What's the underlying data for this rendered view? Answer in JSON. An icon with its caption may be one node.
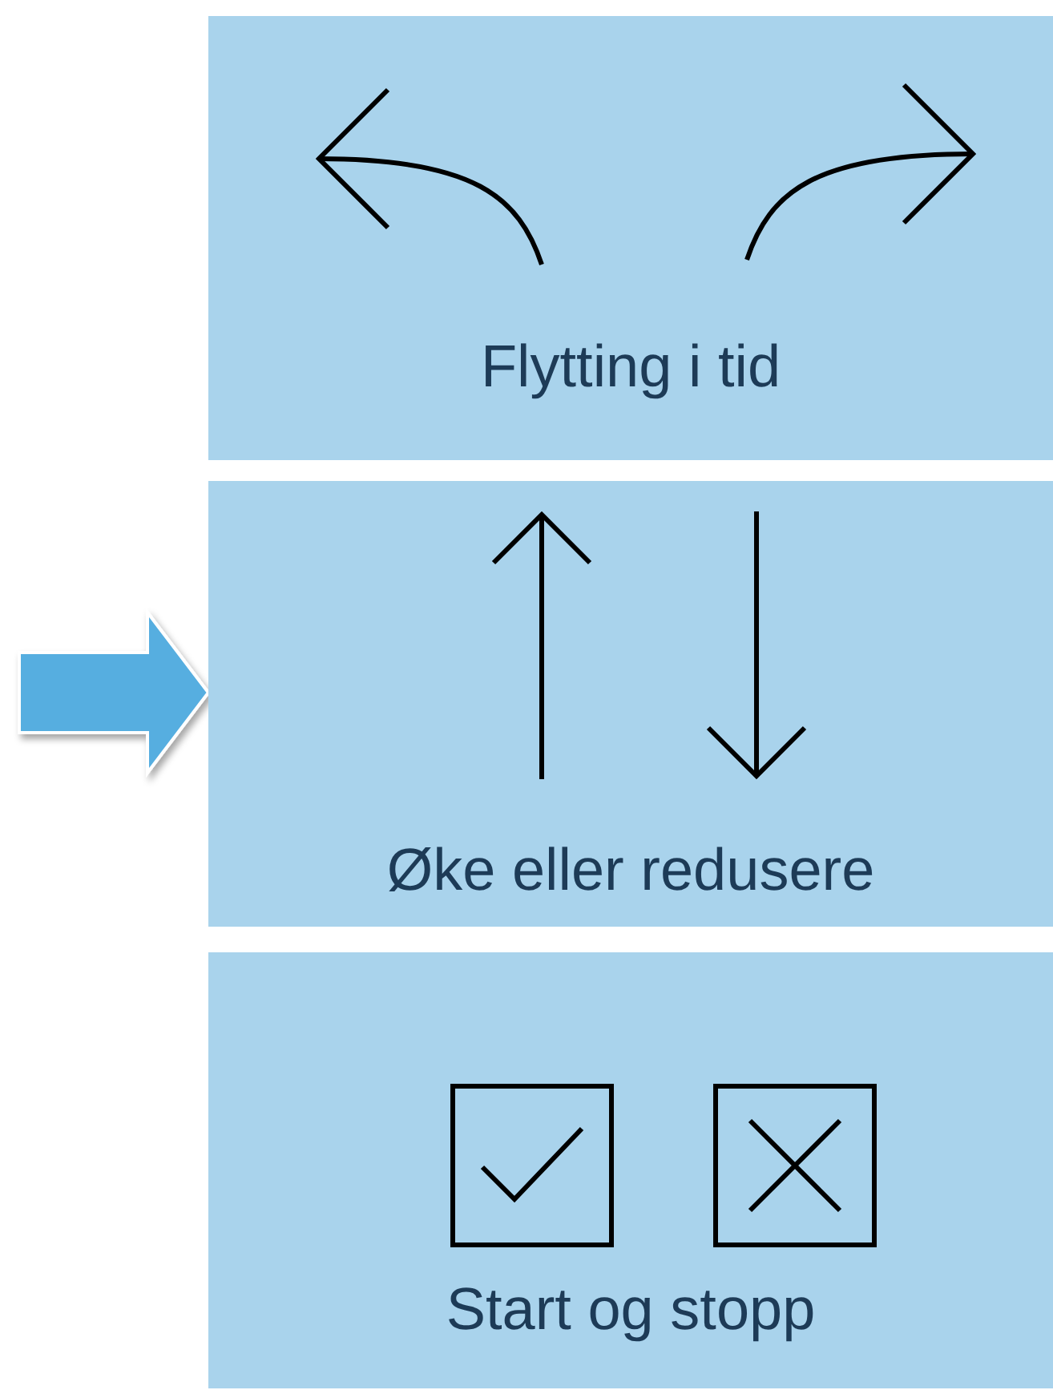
{
  "diagram": {
    "nodes": [
      {
        "text": [
          "Flytting i tid"
        ]
      },
      {
        "text": [
          "Øke eller redusere"
        ]
      },
      {
        "text": [
          "Start og stopp"
        ]
      }
    ],
    "edges": [
      {
        "from": null,
        "to": 1,
        "arrow": "to"
      }
    ]
  }
}
